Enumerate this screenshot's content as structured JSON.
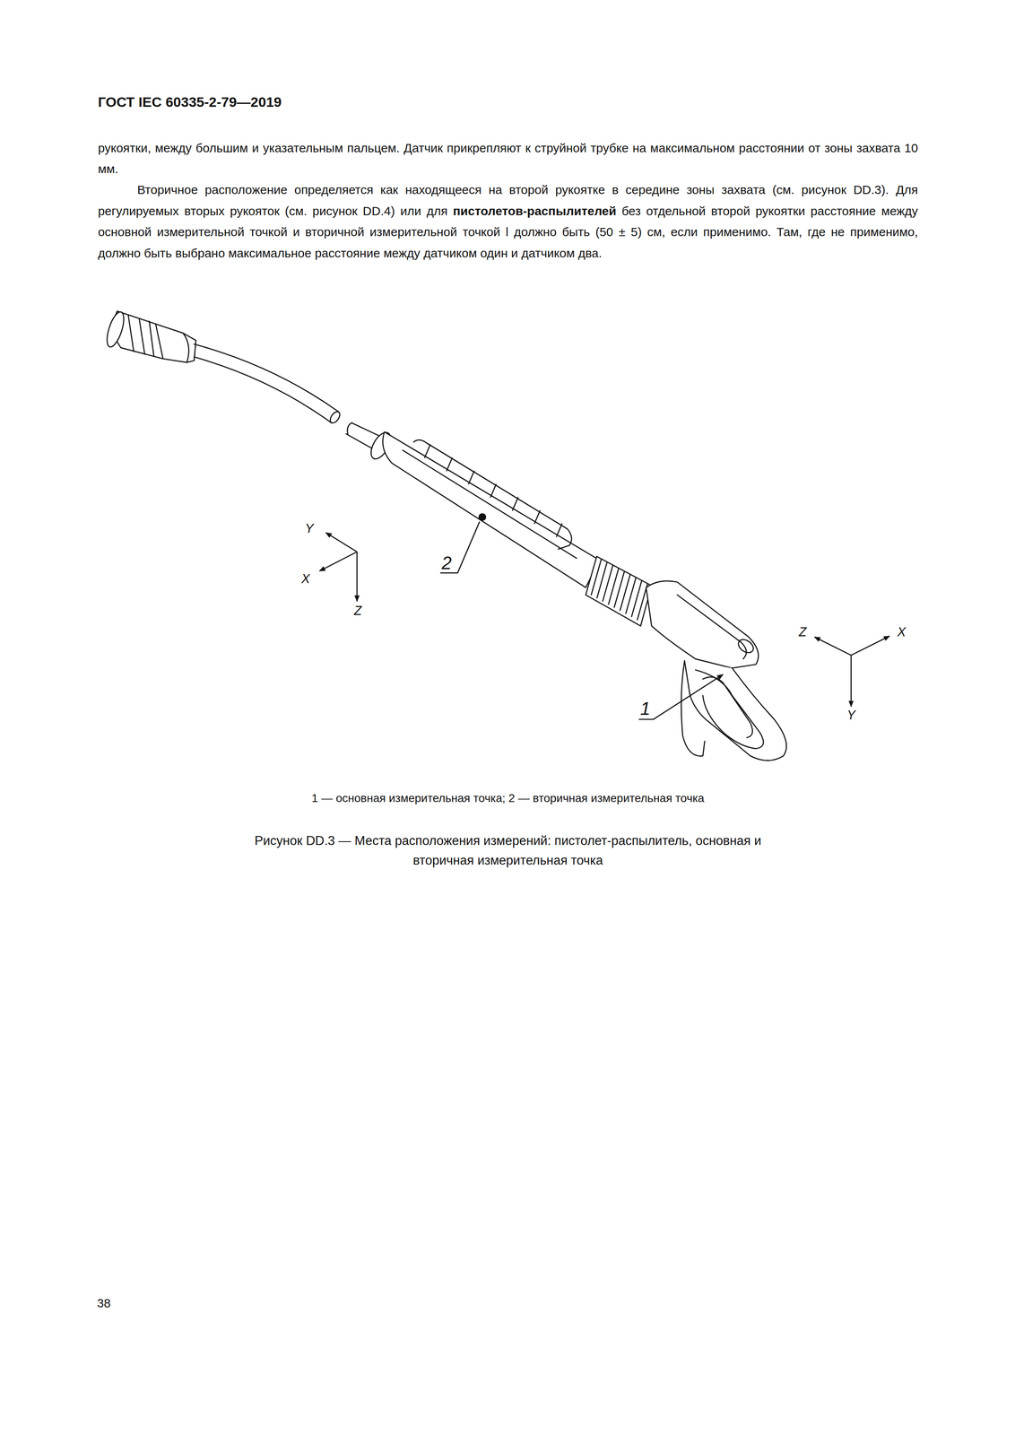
{
  "diagram": {
    "title": "ГОСТ IEC 60335-2-79—2019",
    "caption": "Рисунок DD.3 — Места расположения измерений: пистолет-распылитель, основная и вторичная измерительная точка",
    "labels": [
      "рукоятки, между большим и указательным пальцем. Датчик прикрепляют к струйной трубке на максимальном расстоянии от зоны захвата 10 мм.",
      "Вторичное расположение определяется как находящееся на второй рукоятке в середине зоны захвата (см. рисунок DD.3). Для регулируемых вторых рукояток (см. рисунок DD.4) или для",
      "пистолетов-распылителей",
      "без отдельной второй рукоятки расстояние между основной измерительной точкой и вторичной измерительной точкой l должно быть (50 ± 5) см, если применимо. Там, где не применимо, должно быть выбрано максимальное расстояние между датчиком один и датчиком два.",
      "Y",
      "X",
      "Z",
      "2",
      "Z",
      "X",
      "Y",
      "1",
      "1 — основная измерительная точка; 2 — вторичная измерительная точка",
      "38"
    ]
  }
}
